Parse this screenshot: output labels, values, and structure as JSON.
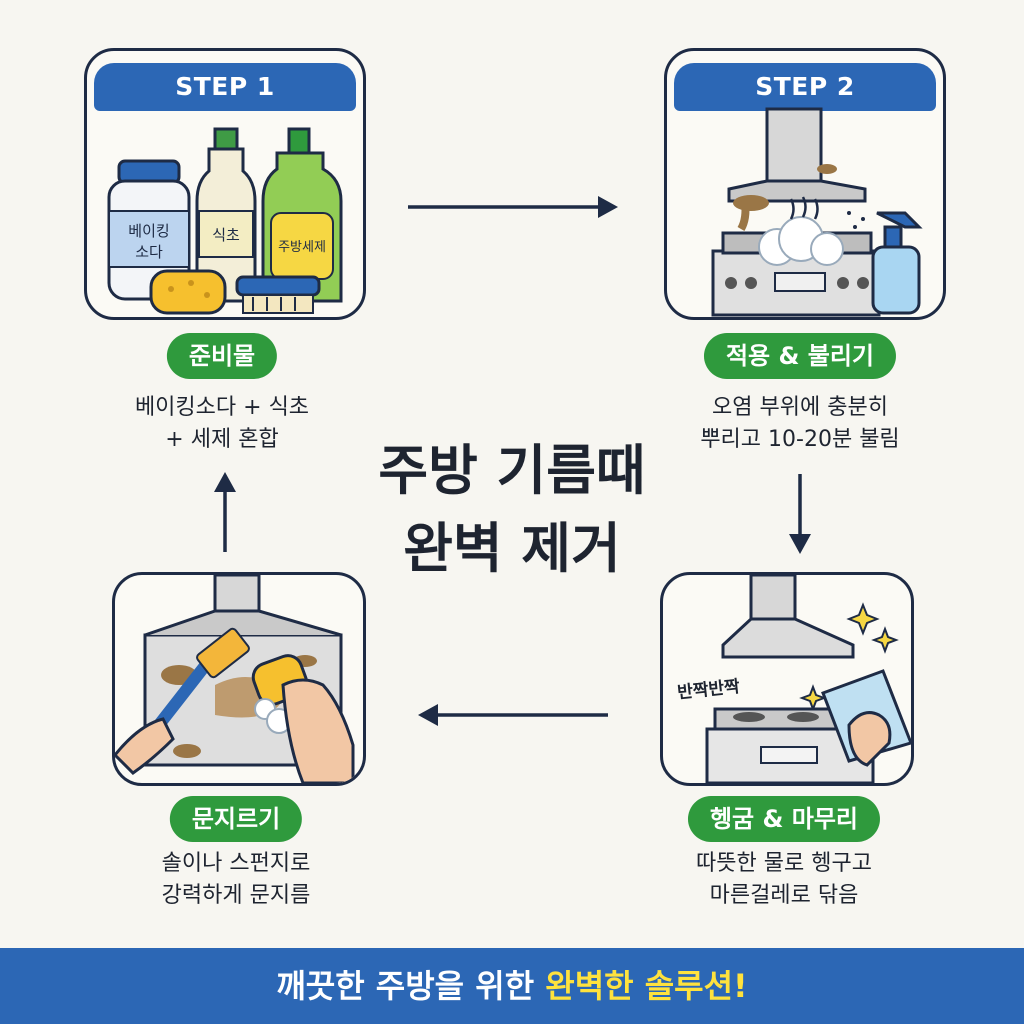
{
  "colors": {
    "step_banner": "#2c67b5",
    "pill": "#2f9a3d",
    "footer": "#2c67b5",
    "highlight": "#ffe23d",
    "border": "#1e2b45"
  },
  "title": {
    "line1": "주방 기름때",
    "line2": "완벽 제거"
  },
  "steps": [
    {
      "banner": "STEP 1",
      "pill": "준비물",
      "desc_line1": "베이킹소다 + 식초",
      "desc_line2": "+ 세제 혼합",
      "labels": {
        "jar_line1": "베이킹",
        "jar_line2": "소다",
        "bottle": "식초",
        "detergent": "주방세제"
      },
      "icons": [
        "baking-soda-jar-icon",
        "vinegar-bottle-icon",
        "detergent-bottle-icon",
        "sponge-icon",
        "brush-icon"
      ]
    },
    {
      "banner": "STEP 2",
      "pill": "적용 & 불리기",
      "desc_line1": "오염 부위에 충분히",
      "desc_line2": "뿌리고 10-20분 불림",
      "icons": [
        "range-hood-icon",
        "stove-icon",
        "spray-bottle-icon",
        "foam-icon"
      ]
    },
    {
      "pill": "헹굼 & 마무리",
      "desc_line1": "따뜻한 물로 헹구고",
      "desc_line2": "마른걸레로 닦음",
      "sparkle_text": "반짝반짝",
      "icons": [
        "clean-hood-icon",
        "clean-stove-icon",
        "cloth-icon",
        "sparkle-icon"
      ]
    },
    {
      "pill": "문지르기",
      "desc_line1": "솔이나 스펀지로",
      "desc_line2": "강력하게 문지름",
      "icons": [
        "dirty-hood-icon",
        "brush-icon",
        "sponge-icon",
        "hand-icon"
      ]
    }
  ],
  "footer": {
    "part1": "깨끗한 주방을 위한 ",
    "part2": "완벽한 솔루션!"
  }
}
